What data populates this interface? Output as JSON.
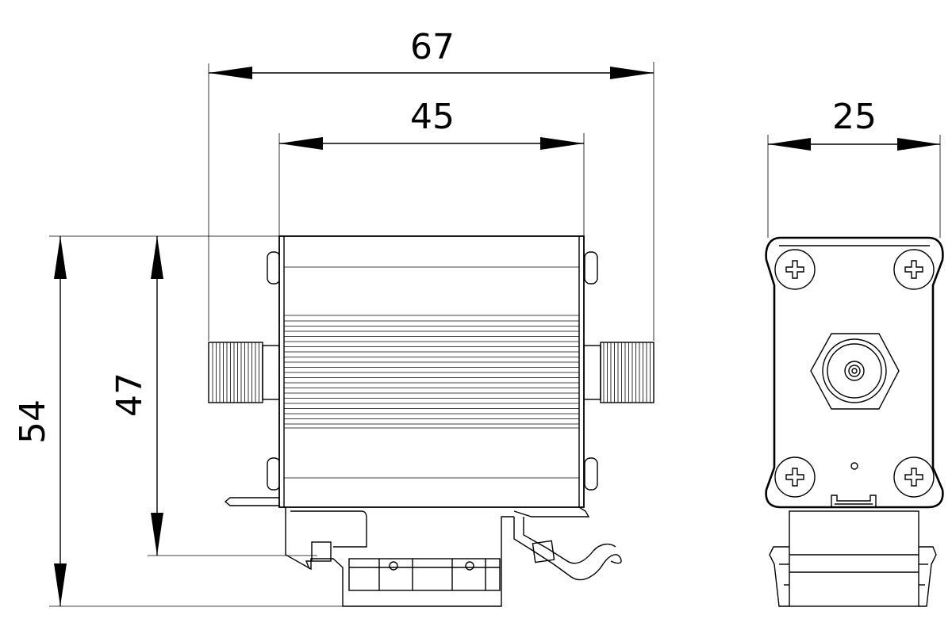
{
  "dimensions": {
    "overall_width": "67",
    "body_width": "45",
    "side_width": "25",
    "overall_height": "54",
    "body_height": "47"
  }
}
